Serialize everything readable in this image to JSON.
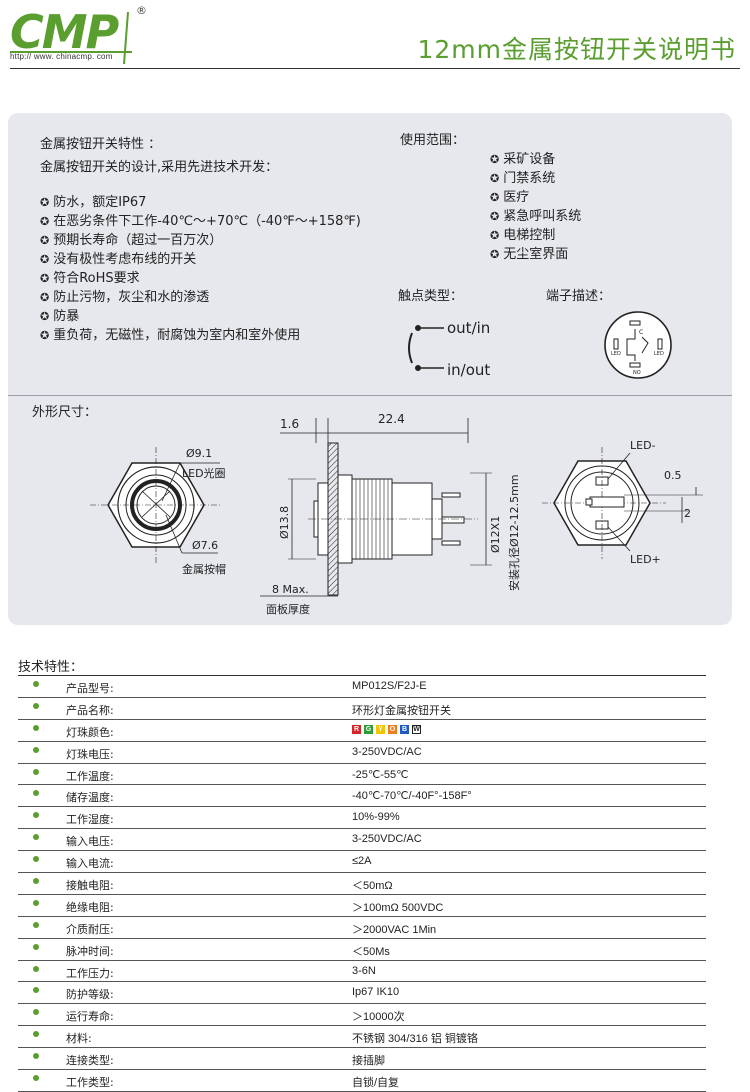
{
  "header": {
    "logo_text": "CMP",
    "logo_reg": "®",
    "logo_url": "http:// www. chinacmp. com",
    "title": "12mm金属按钮开关说明书"
  },
  "features": {
    "heading": "金属按钮开关特性 ：",
    "intro": "金属按钮开关的设计,采用先进技术开发：",
    "items": [
      "防水，额定IP67",
      "在恶劣条件下工作-40℃～+70℃（-40℉～+158℉)",
      "预期长寿命（超过一百万次）",
      "没有极性考虑布线的开关",
      "符合RoHS要求",
      "防止污物，灰尘和水的渗透",
      "防暴",
      "重负荷，无磁性，耐腐蚀为室内和室外使用"
    ]
  },
  "usage": {
    "heading": "使用范围：",
    "items": [
      "采矿设备",
      "门禁系统",
      "医疗",
      "紧急呼叫系统",
      "电梯控制",
      "无尘室界面"
    ]
  },
  "contact": {
    "heading": "触点类型：",
    "out_label": "out/in",
    "in_label": "in/out"
  },
  "terminal": {
    "heading": "端子描述：",
    "c_label": "C",
    "no_label": "NO",
    "led_left": "LED",
    "led_right": "LED"
  },
  "dimensions": {
    "heading": "外形尺寸：",
    "front": {
      "ring_dia": "Ø9.1",
      "ring_label": "LED光圈",
      "cap_dia": "Ø7.6",
      "cap_label": "金属按帽"
    },
    "side": {
      "thickness": "1.6",
      "length": "22.4",
      "body_dia": "Ø13.8",
      "thread": "Ø12X1",
      "hole": "安装孔径Ø12-12.5mm",
      "panel_max": "8 Max.",
      "panel_label": "面板厚度"
    },
    "back": {
      "led_minus": "LED-",
      "led_plus": "LED+",
      "gap": "0.5",
      "width": "2"
    }
  },
  "specs": {
    "title": "技术特性：",
    "color_chips": [
      {
        "letter": "R",
        "color": "#d7262b"
      },
      {
        "letter": "G",
        "color": "#2e9b3a"
      },
      {
        "letter": "Y",
        "color": "#f2c500"
      },
      {
        "letter": "O",
        "color": "#ee7d1e"
      },
      {
        "letter": "B",
        "color": "#1e5bbf"
      },
      {
        "letter": "W",
        "color": "#ffffff"
      }
    ],
    "rows": [
      {
        "label": "产品型号:",
        "value": "MP012S/F2J-E"
      },
      {
        "label": "产品名称:",
        "value": "环形灯金属按钮开关"
      },
      {
        "label": "灯珠颜色:",
        "value": ""
      },
      {
        "label": "灯珠电压:",
        "value": "3-250VDC/AC"
      },
      {
        "label": "工作温度:",
        "value": "-25℃-55℃"
      },
      {
        "label": "储存温度:",
        "value": "-40℃-70℃/-40F°-158F°"
      },
      {
        "label": "工作湿度:",
        "value": "10%-99%"
      },
      {
        "label": "输入电压:",
        "value": "3-250VDC/AC"
      },
      {
        "label": "输入电流:",
        "value": "≤2A"
      },
      {
        "label": "接触电阻:",
        "value": "＜50mΩ"
      },
      {
        "label": "绝缘电阻:",
        "value": "＞100mΩ  500VDC"
      },
      {
        "label": "介质耐压:",
        "value": "＞2000VAC  1Min"
      },
      {
        "label": "脉冲时间:",
        "value": "＜50Ms"
      },
      {
        "label": "工作压力:",
        "value": "3-6N"
      },
      {
        "label": "防护等级:",
        "value": "Ip67 IK10"
      },
      {
        "label": "运行寿命:",
        "value": "＞10000次"
      },
      {
        "label": "材料:",
        "value": "不锈钢 304/316  铝  铜镀铬"
      },
      {
        "label": "连接类型:",
        "value": "接插脚"
      },
      {
        "label": "工作类型:",
        "value": "自锁/自复"
      }
    ]
  },
  "colors": {
    "accent": "#5a9e2f",
    "panel": "#e7e8ed"
  }
}
